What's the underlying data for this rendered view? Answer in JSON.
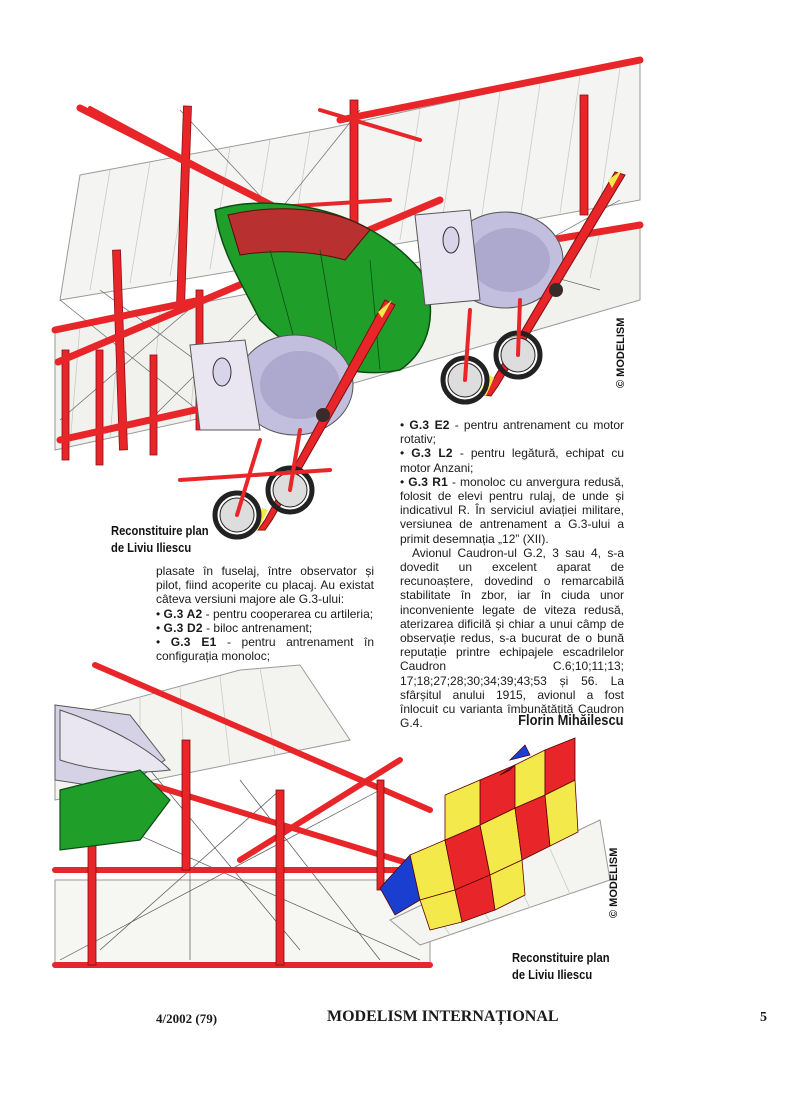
{
  "captions": {
    "top_line1": "Reconstituire plan",
    "top_line2": "de Liviu Iliescu",
    "bottom_line1": "Reconstituire plan",
    "bottom_line2": "de Liviu Iliescu"
  },
  "copyright": {
    "top": "© MODELISM",
    "bottom": "© MODELISM"
  },
  "left_column": {
    "intro": "plasate în fuselaj, între observator și pilot, fiind acoperite cu placaj. Au existat câteva versiuni majore ale G.3-ului:",
    "items": [
      {
        "code": "G.3 A2",
        "text": " - pentru cooperarea cu artileria;"
      },
      {
        "code": "G.3 D2",
        "text": " - biloc antrenament;"
      },
      {
        "code": "G.3 E1",
        "text": " - pentru antrenament în configurația monoloc;"
      }
    ]
  },
  "right_column": {
    "items": [
      {
        "code": "G.3 E2",
        "text": " - pentru antrenament cu motor rotativ;"
      },
      {
        "code": "G.3 L2",
        "text": " - pentru legătură, echipat cu motor Anzani;"
      },
      {
        "code": "G.3 R1",
        "text": " - monoloc cu anvergura redusă, folosit de elevi pentru rulaj, de unde și indicativul R. În serviciul aviației militare, versiunea de antrenament a G.3-ului a primit desemnația „12” (XII)."
      }
    ],
    "paragraph": "Avionul Caudron-ul G.2, 3 sau 4, s-a dovedit un excelent aparat de recunoaștere, dovedind o remarcabilă stabilitate în zbor, iar în ciuda unor inconveniente legate de viteza redusă, aterizarea dificilă și chiar a unui câmp de observație redus, s-a bucurat de o bună reputație printre echipajele escadrilelor Caudron C.6;10;11;13; 17;18;27;28;30;34;39;43;53 și 56. La sfârșitul anului 1915, avionul a fost înlocuit cu varianta îmbunătățită Caudron G.4."
  },
  "author": "Florin Mihăilescu",
  "footer": {
    "issue": "4/2002 (79)",
    "magazine": "MODELISM INTERNAȚIONAL",
    "page": "5"
  },
  "colors": {
    "structure_red": "#e8262a",
    "nacelle_green": "#1f9e2a",
    "engine_lilac": "#b9b4d6",
    "roundel_blue": "#1a3fd0",
    "roundel_yellow": "#f4e94a"
  }
}
